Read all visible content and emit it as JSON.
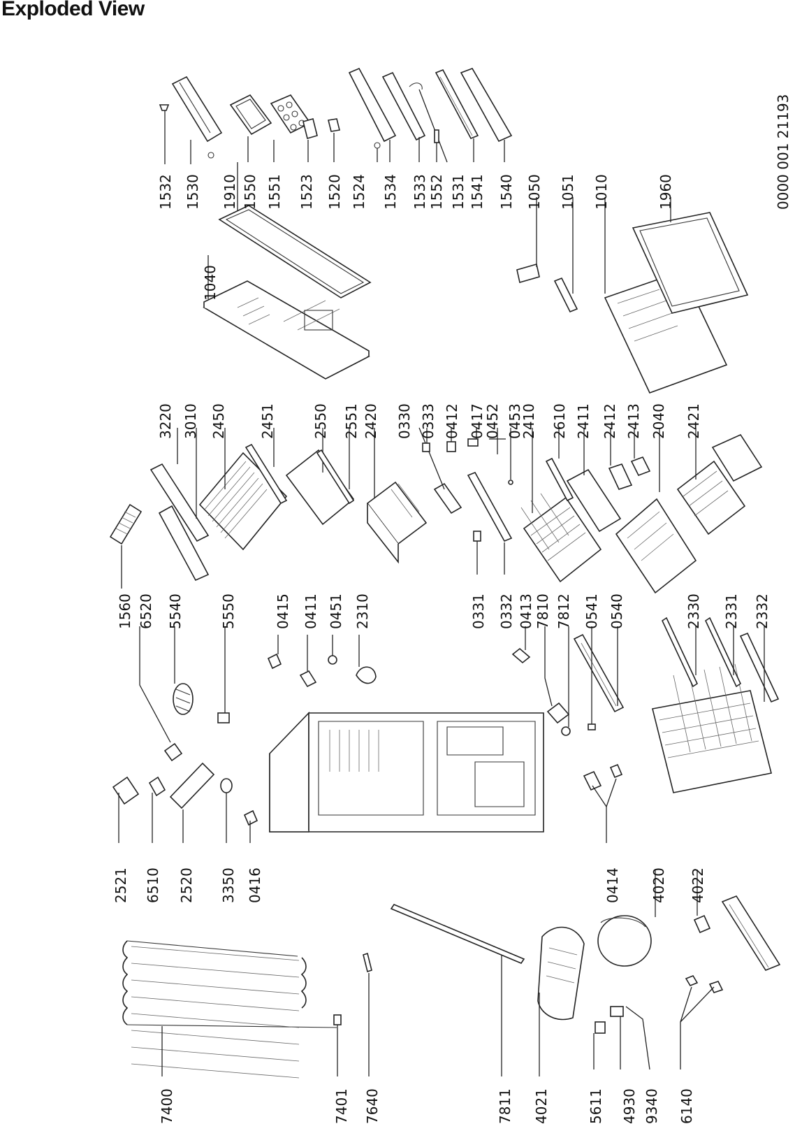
{
  "title": "Exploded View",
  "doc_code": "0000 001 21193",
  "labels": [
    "1532",
    "1530",
    "1910",
    "1550",
    "1551",
    "1523",
    "1520",
    "1524",
    "1534",
    "1533",
    "1552",
    "1531",
    "1541",
    "1540",
    "1040",
    "1050",
    "1051",
    "1010",
    "1960",
    "3220",
    "3010",
    "2450",
    "2451",
    "2550",
    "2551",
    "2420",
    "0330",
    "0333",
    "0412",
    "0417",
    "0452",
    "0453",
    "2410",
    "2610",
    "2411",
    "2412",
    "2413",
    "2040",
    "2421",
    "1560",
    "6520",
    "5540",
    "5550",
    "0415",
    "0411",
    "0451",
    "2310",
    "0331",
    "0332",
    "0413",
    "7810",
    "7812",
    "0541",
    "0540",
    "2330",
    "2331",
    "2332",
    "2521",
    "6510",
    "2520",
    "3350",
    "0416",
    "0414",
    "4020",
    "4022",
    "7400",
    "7401",
    "7640",
    "7811",
    "4021",
    "5611",
    "4930",
    "9340",
    "6140"
  ]
}
